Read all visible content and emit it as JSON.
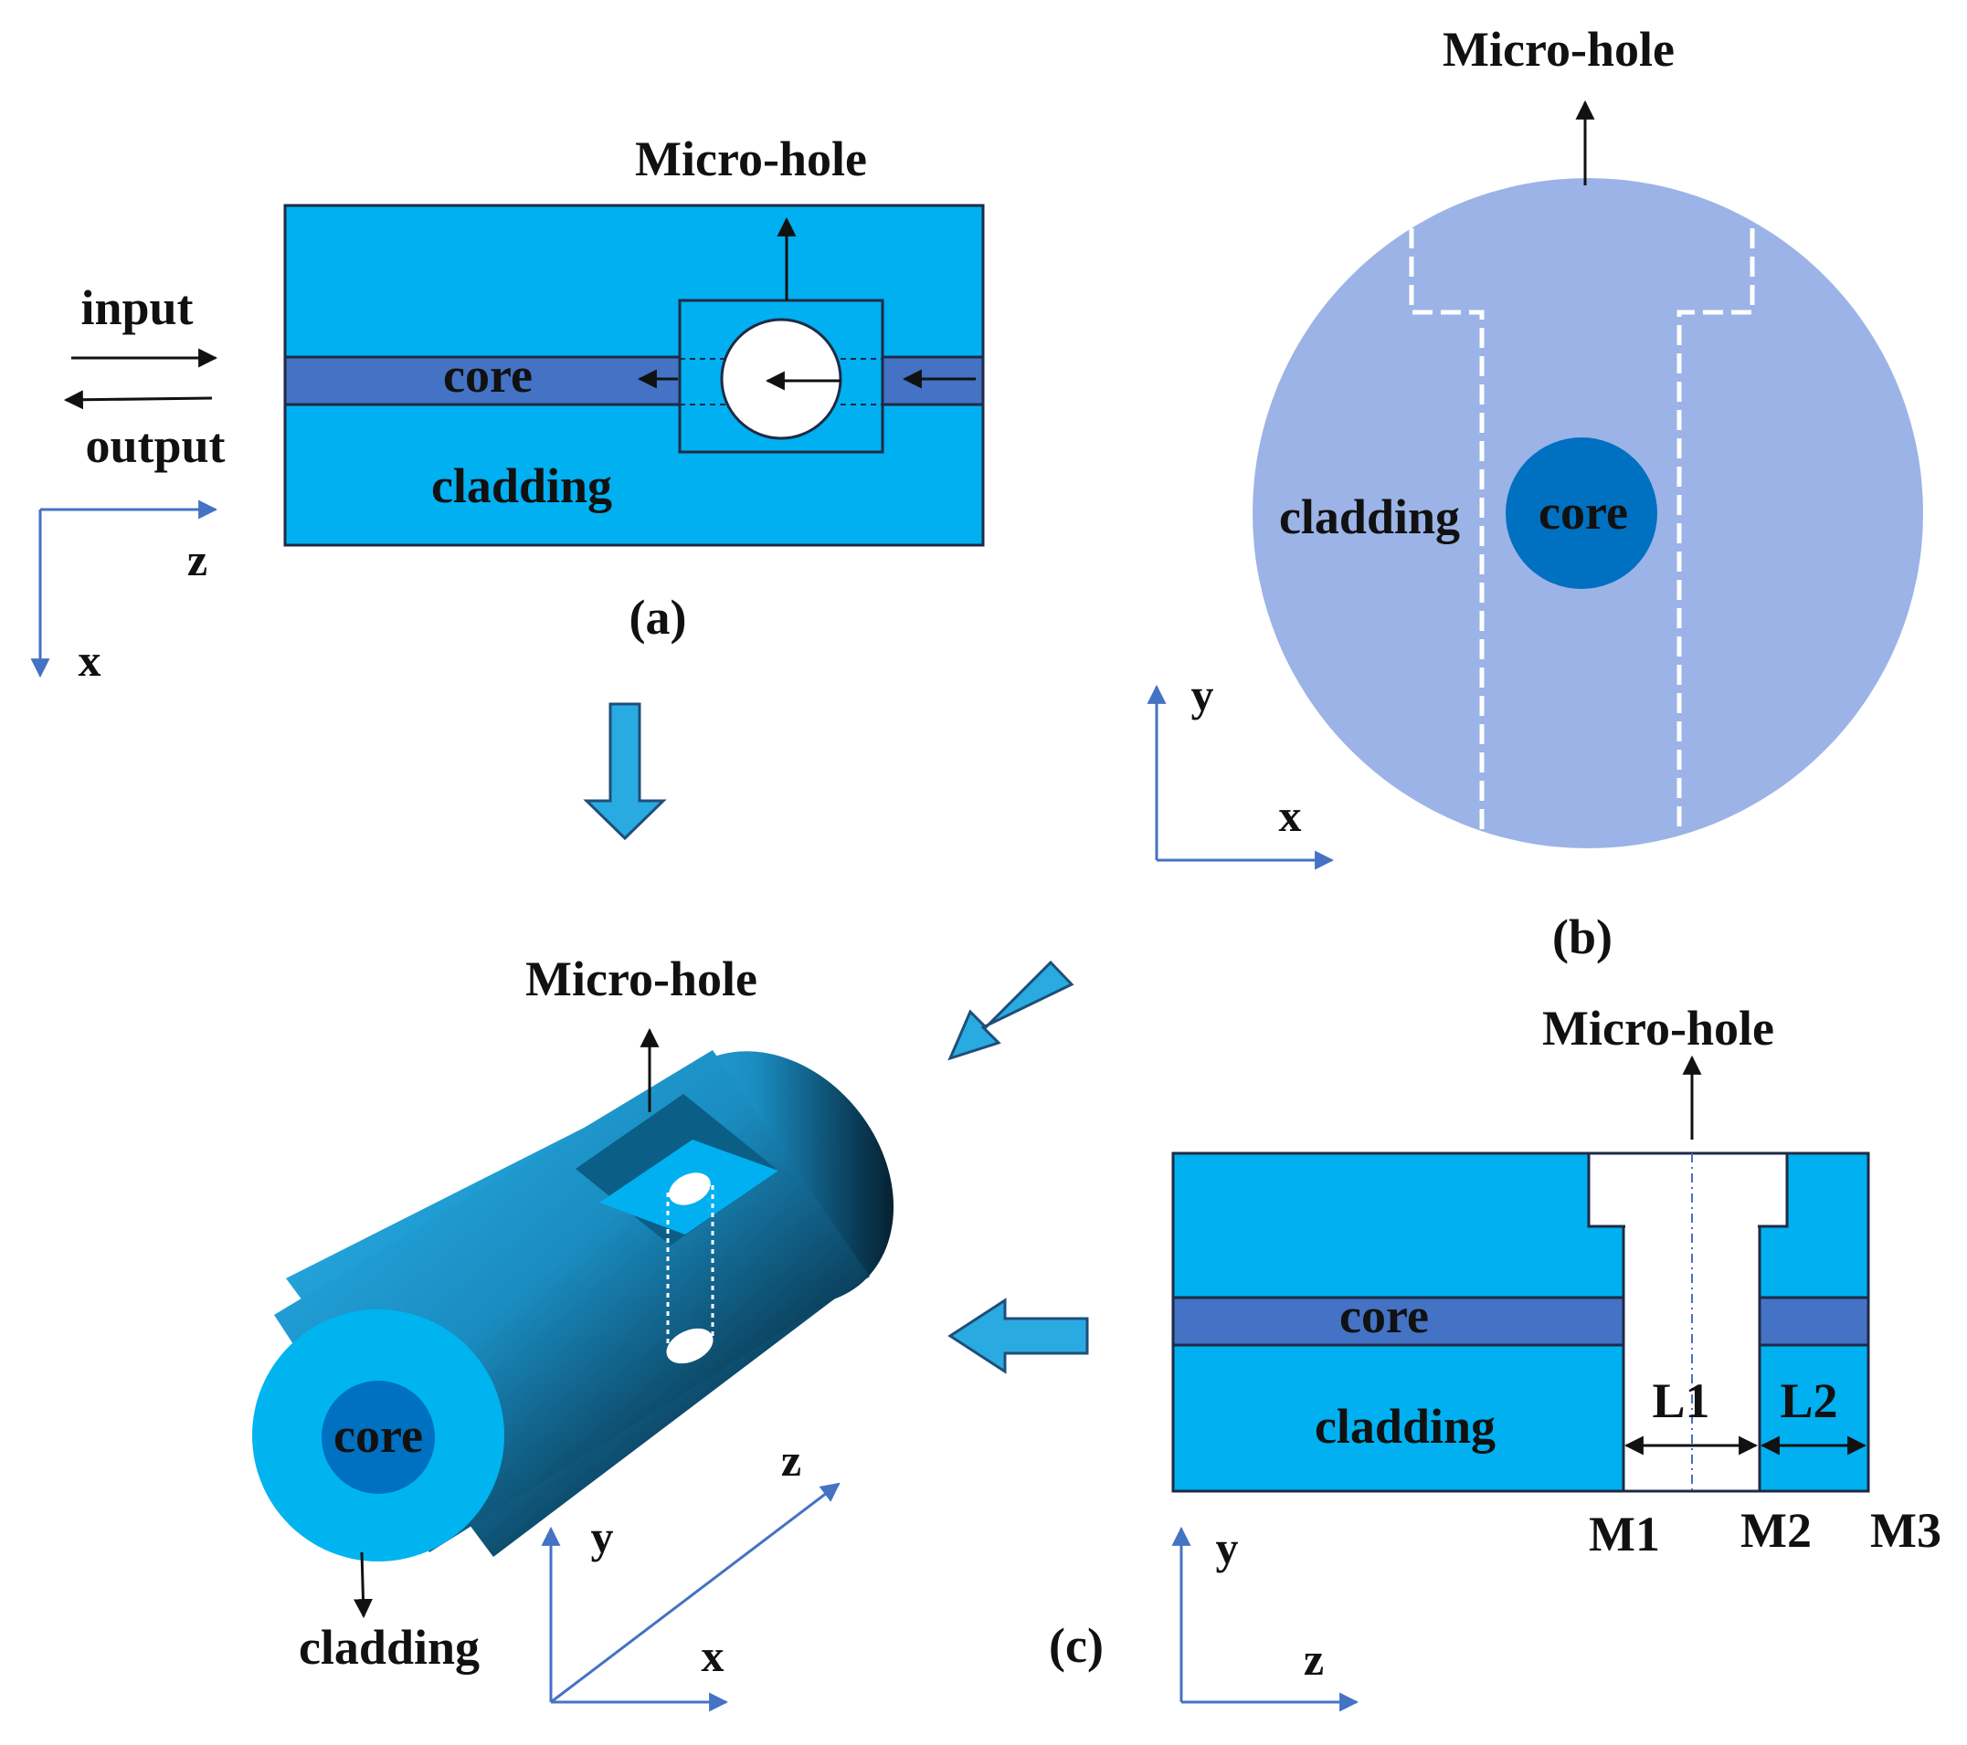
{
  "colors": {
    "cladding": "#00B0F0",
    "core": "#4472C4",
    "core_dark": "#0070C0",
    "cross_section": "#9BB3E6",
    "axis": "#4472C4",
    "outline": "#1F2A44",
    "arrow_fill": "#29ABE2"
  },
  "labels": {
    "micro_hole": "Micro-hole",
    "core": "core",
    "cladding": "cladding",
    "input": "input",
    "output": "output",
    "x": "x",
    "y": "y",
    "z": "z",
    "panel_a": "(a)",
    "panel_b": "(b)",
    "panel_c": "(c)",
    "L1": "L1",
    "L2": "L2",
    "M1": "M1",
    "M2": "M2",
    "M3": "M3"
  }
}
